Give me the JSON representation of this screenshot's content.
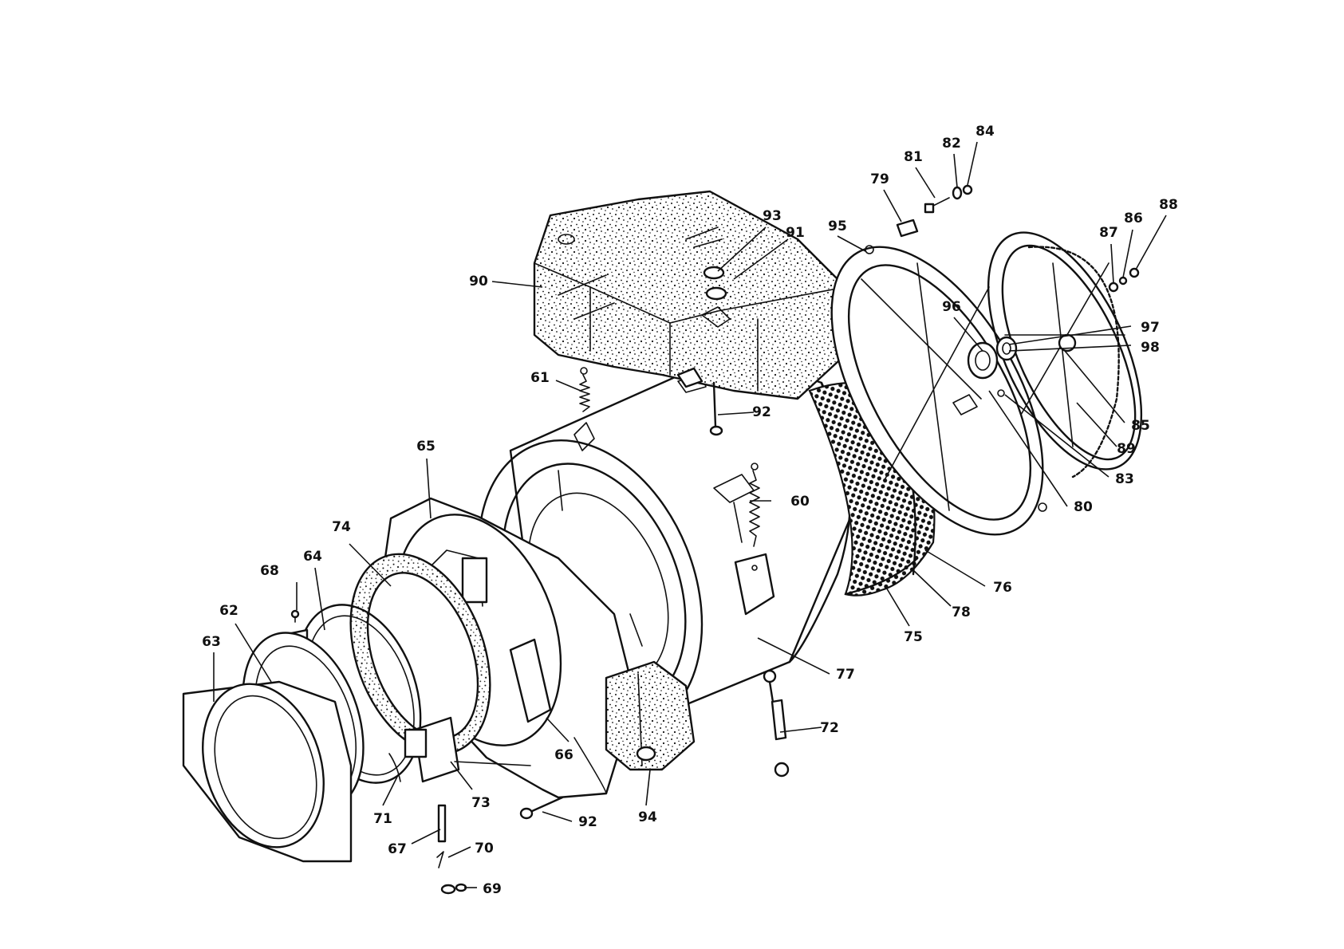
{
  "callouts": [
    {
      "id": "60",
      "label": "60"
    },
    {
      "id": "61",
      "label": "61"
    },
    {
      "id": "62",
      "label": "62"
    },
    {
      "id": "63",
      "label": "63"
    },
    {
      "id": "64",
      "label": "64"
    },
    {
      "id": "65",
      "label": "65"
    },
    {
      "id": "66",
      "label": "66"
    },
    {
      "id": "67",
      "label": "67"
    },
    {
      "id": "68",
      "label": "68"
    },
    {
      "id": "69",
      "label": "69"
    },
    {
      "id": "70",
      "label": "70"
    },
    {
      "id": "71",
      "label": "71"
    },
    {
      "id": "72",
      "label": "72"
    },
    {
      "id": "73",
      "label": "73"
    },
    {
      "id": "74",
      "label": "74"
    },
    {
      "id": "75",
      "label": "75"
    },
    {
      "id": "76",
      "label": "76"
    },
    {
      "id": "77",
      "label": "77"
    },
    {
      "id": "78",
      "label": "78"
    },
    {
      "id": "79",
      "label": "79"
    },
    {
      "id": "80",
      "label": "80"
    },
    {
      "id": "81",
      "label": "81"
    },
    {
      "id": "82",
      "label": "82"
    },
    {
      "id": "83",
      "label": "83"
    },
    {
      "id": "84",
      "label": "84"
    },
    {
      "id": "85",
      "label": "85"
    },
    {
      "id": "86",
      "label": "86"
    },
    {
      "id": "87",
      "label": "87"
    },
    {
      "id": "88",
      "label": "88"
    },
    {
      "id": "89",
      "label": "89"
    },
    {
      "id": "90",
      "label": "90"
    },
    {
      "id": "91",
      "label": "91"
    },
    {
      "id": "92a",
      "label": "92"
    },
    {
      "id": "92b",
      "label": "92"
    },
    {
      "id": "93",
      "label": "93"
    },
    {
      "id": "94",
      "label": "94"
    },
    {
      "id": "95",
      "label": "95"
    },
    {
      "id": "96",
      "label": "96"
    },
    {
      "id": "97",
      "label": "97"
    },
    {
      "id": "98",
      "label": "98"
    }
  ]
}
